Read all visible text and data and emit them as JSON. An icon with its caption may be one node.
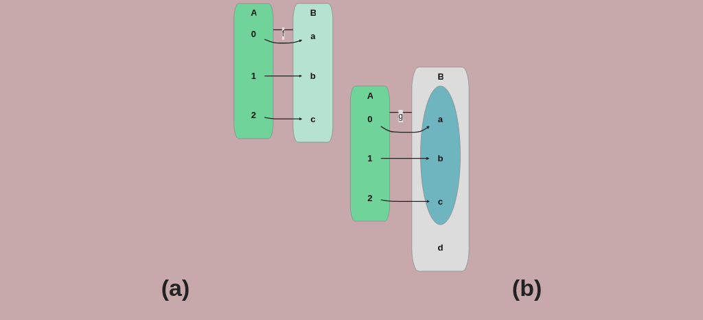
{
  "diagram": {
    "nodes": [
      {
        "text": [
          "A"
        ]
      },
      {
        "text": [
          "0"
        ],
        "in": 0
      },
      {
        "text": [
          "1"
        ],
        "in": 0
      },
      {
        "text": [
          "2"
        ],
        "in": 0
      },
      {
        "text": [
          "B"
        ]
      },
      {
        "text": [
          "a"
        ],
        "in": 4
      },
      {
        "text": [
          "b"
        ],
        "in": 4
      },
      {
        "text": [
          "c"
        ],
        "in": 4
      },
      {
        "text": [
          "A"
        ]
      },
      {
        "text": [
          "0"
        ],
        "in": 8
      },
      {
        "text": [
          "1"
        ],
        "in": 8
      },
      {
        "text": [
          "2"
        ],
        "in": 8
      },
      {
        "text": [
          "B"
        ]
      },
      {
        "text": [],
        "shape": "ellipse",
        "in": 12
      },
      {
        "text": [
          "a"
        ],
        "in": 13
      },
      {
        "text": [
          "b"
        ],
        "in": 13
      },
      {
        "text": [
          "c"
        ],
        "in": 13
      },
      {
        "text": [
          "d"
        ],
        "in": 12
      }
    ],
    "edges": [
      {
        "from": 0,
        "to": 4,
        "arrow": "none",
        "label": "f"
      },
      {
        "from": 1,
        "to": 5,
        "arrow": "to"
      },
      {
        "from": 2,
        "to": 6,
        "arrow": "to"
      },
      {
        "from": 3,
        "to": 7,
        "arrow": "to"
      },
      {
        "from": 8,
        "to": 12,
        "arrow": "none",
        "label": "g"
      },
      {
        "from": 9,
        "to": 14,
        "arrow": "to"
      },
      {
        "from": 10,
        "to": 15,
        "arrow": "to"
      },
      {
        "from": 11,
        "to": 16,
        "arrow": "to"
      }
    ],
    "labels": [
      "(a)",
      "(b)"
    ]
  }
}
